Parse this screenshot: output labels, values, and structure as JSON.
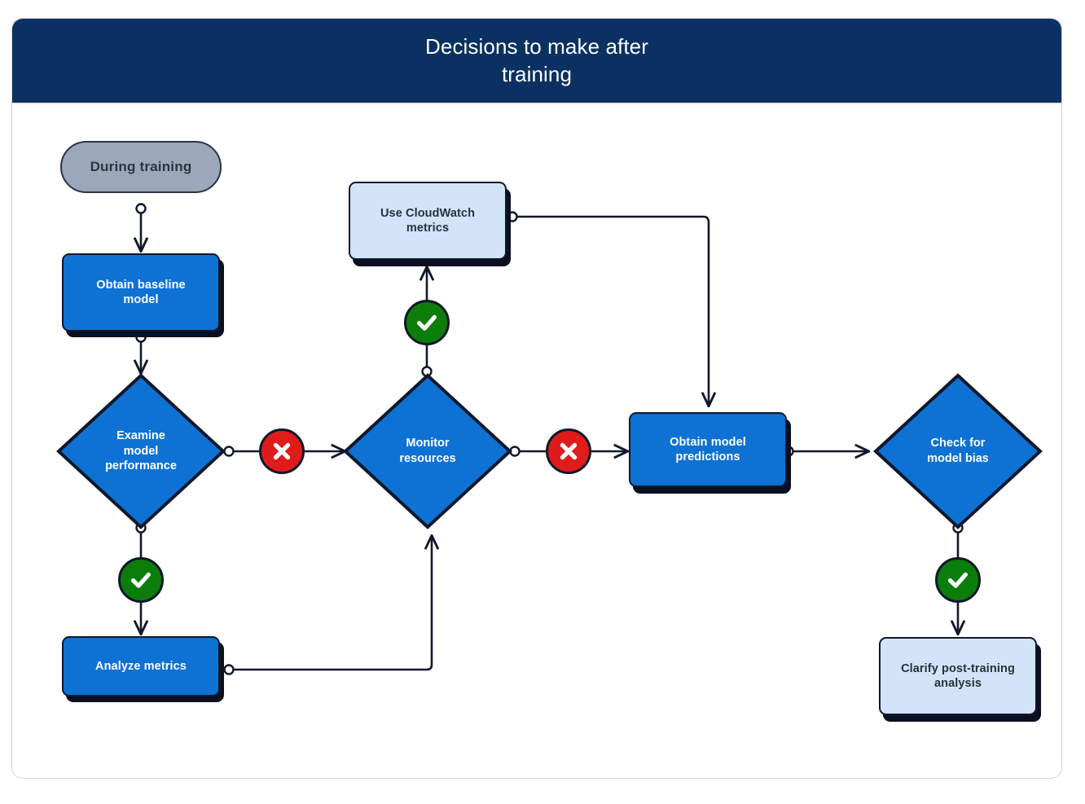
{
  "header": {
    "title": "Decisions to make after\ntraining"
  },
  "colors": {
    "header_bg": "#0a3161",
    "process_blue": "#0d72d4",
    "process_light_blue": "#d2e4f7",
    "start_gray": "#9ba8bc",
    "yes_green": "#0b7d0b",
    "no_red": "#e01b1b",
    "stroke_dark": "#10182b",
    "card_border": "#cfd3d8"
  },
  "diagram": {
    "type": "flowchart",
    "nodes": [
      {
        "id": "start",
        "label": "During training",
        "shape": "stadium",
        "style": "gray"
      },
      {
        "id": "baseline",
        "label": "Obtain baseline\nmodel",
        "shape": "process",
        "style": "blue"
      },
      {
        "id": "examine",
        "label": "Examine\nmodel\nperformance",
        "shape": "decision",
        "style": "blue"
      },
      {
        "id": "analyze",
        "label": "Analyze metrics",
        "shape": "process",
        "style": "blue"
      },
      {
        "id": "cloudwatch",
        "label": "Use CloudWatch\nmetrics",
        "shape": "process",
        "style": "light-blue"
      },
      {
        "id": "monitor",
        "label": "Monitor\nresources",
        "shape": "decision",
        "style": "blue"
      },
      {
        "id": "predictions",
        "label": "Obtain model\npredictions",
        "shape": "process",
        "style": "blue"
      },
      {
        "id": "bias",
        "label": "Check for\nmodel bias",
        "shape": "decision",
        "style": "blue"
      },
      {
        "id": "clarify",
        "label": "Clarify post-training\nanalysis",
        "shape": "process",
        "style": "light-blue"
      }
    ],
    "edges": [
      {
        "from": "start",
        "to": "baseline",
        "badge": "none"
      },
      {
        "from": "baseline",
        "to": "examine",
        "badge": "none"
      },
      {
        "from": "examine",
        "to": "analyze",
        "badge": "yes"
      },
      {
        "from": "examine",
        "to": "monitor",
        "badge": "no"
      },
      {
        "from": "analyze",
        "to": "monitor",
        "badge": "none"
      },
      {
        "from": "monitor",
        "to": "cloudwatch",
        "badge": "yes"
      },
      {
        "from": "monitor",
        "to": "predictions",
        "badge": "no"
      },
      {
        "from": "cloudwatch",
        "to": "predictions",
        "badge": "none"
      },
      {
        "from": "predictions",
        "to": "bias",
        "badge": "none"
      },
      {
        "from": "bias",
        "to": "clarify",
        "badge": "yes"
      }
    ],
    "badges": {
      "yes": {
        "name": "check-icon",
        "meaning": "yes"
      },
      "no": {
        "name": "cross-icon",
        "meaning": "no"
      }
    }
  }
}
